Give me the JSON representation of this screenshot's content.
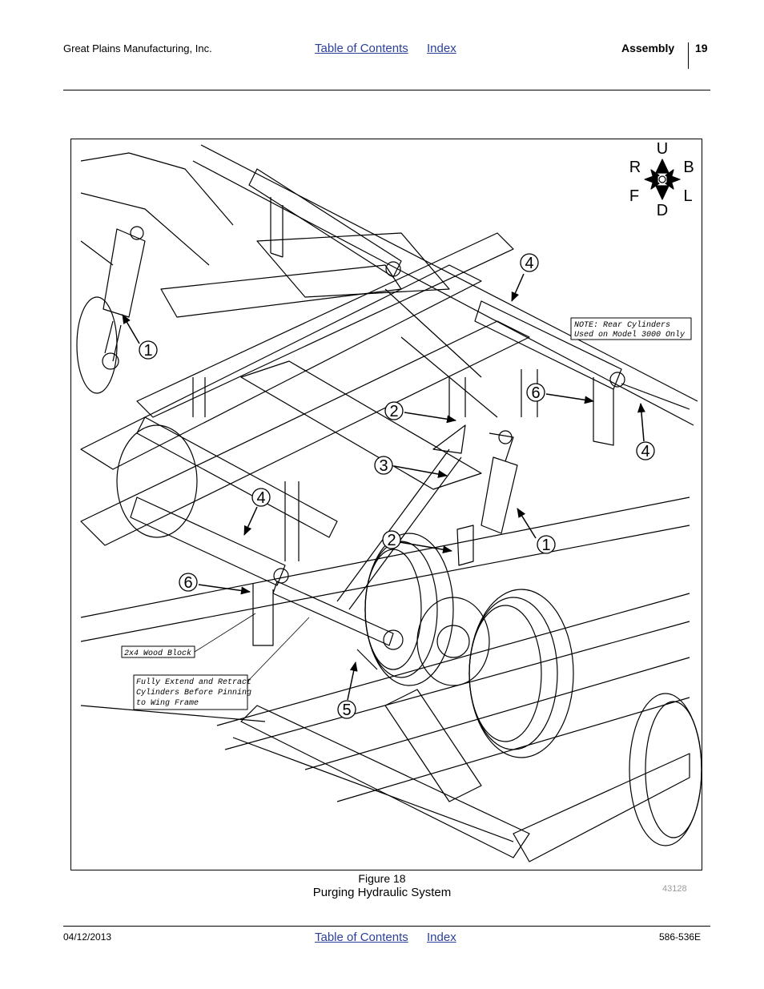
{
  "header": {
    "company": "Great Plains Manufacturing, Inc.",
    "toc_link": "Table of Contents",
    "index_link": "Index",
    "section": "Assembly",
    "page": "19"
  },
  "figure": {
    "caption_number": "Figure 18",
    "caption_title": "Purging Hydraulic System",
    "part_number": "43128",
    "compass": {
      "up": "U",
      "down": "D",
      "right": "R",
      "back": "B",
      "front": "F",
      "left": "L"
    },
    "callouts": [
      "1",
      "1",
      "2",
      "2",
      "3",
      "4",
      "4",
      "4",
      "5",
      "6",
      "6"
    ],
    "notes": {
      "rear_cylinders_line1": "NOTE: Rear Cylinders",
      "rear_cylinders_line2": "Used on Model 3000 Only",
      "wood_block": "2x4 Wood Block",
      "extend_line1": "Fully Extend and Retract",
      "extend_line2": "Cylinders Before Pinning",
      "extend_line3": "to Wing Frame"
    }
  },
  "footer": {
    "date": "04/12/2013",
    "toc_link": "Table of Contents",
    "index_link": "Index",
    "doc_number": "586-536E"
  }
}
